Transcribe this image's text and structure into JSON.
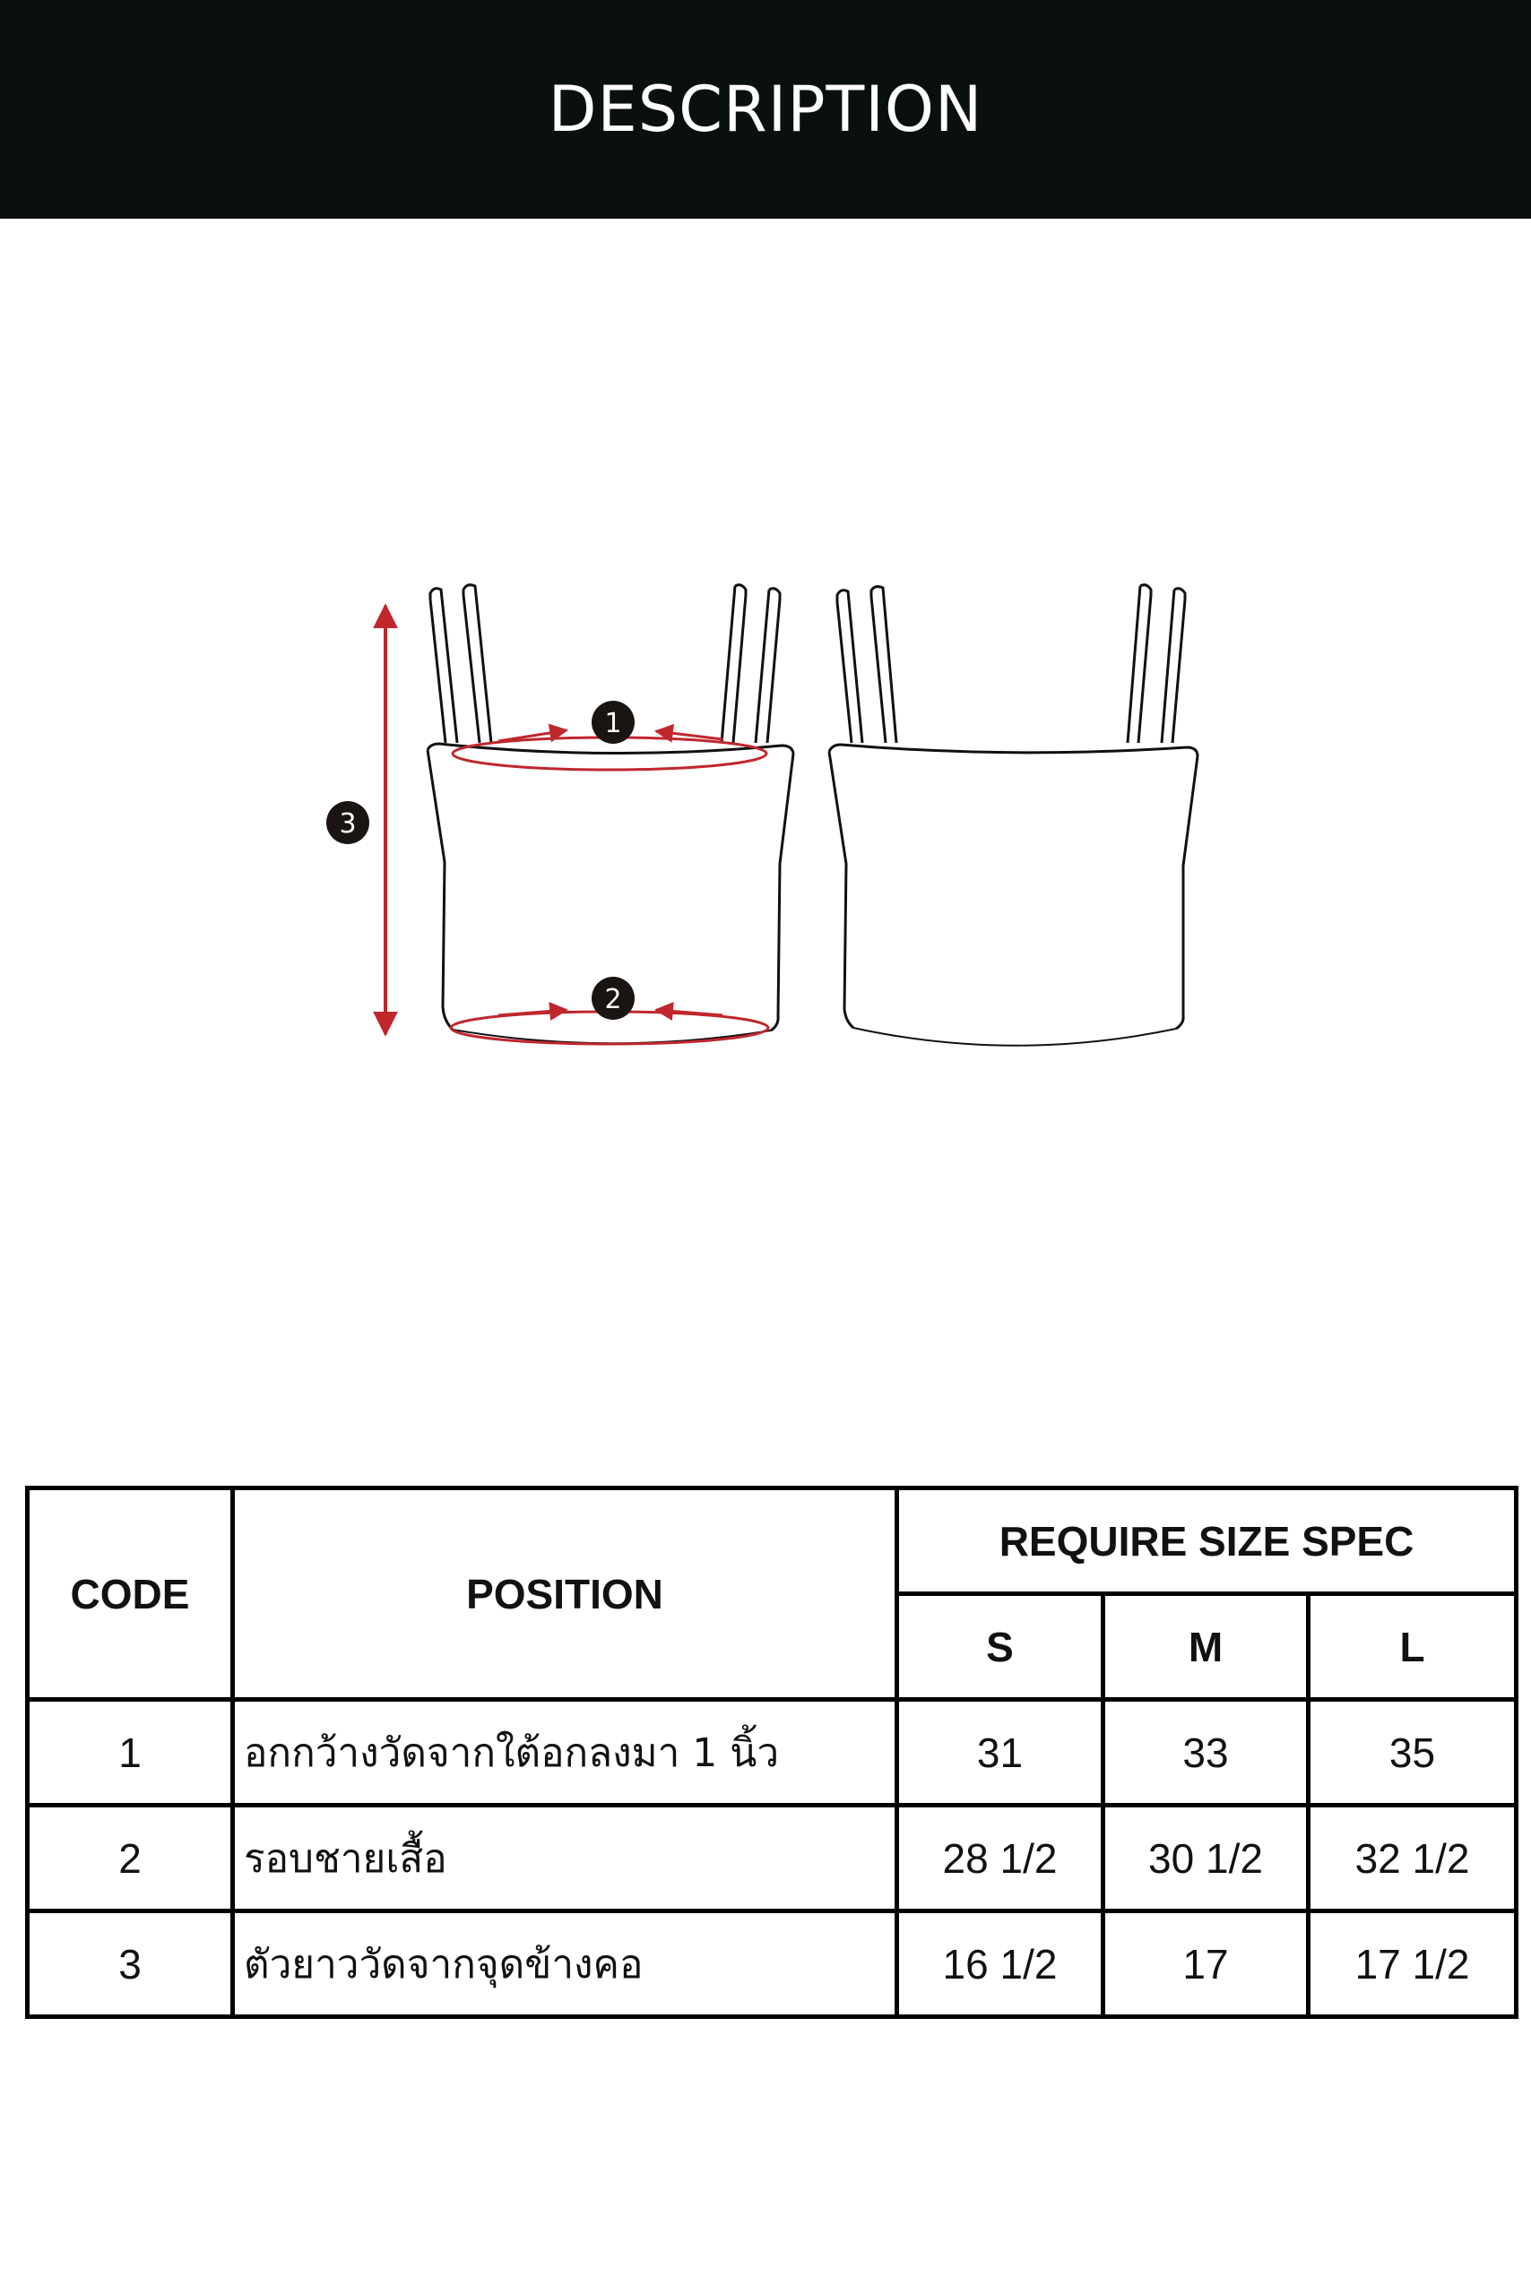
{
  "header": {
    "title": "DESCRIPTION"
  },
  "diagram": {
    "markers": [
      "1",
      "2",
      "3"
    ],
    "colors": {
      "measure": "#c0272d",
      "outline": "#111111",
      "marker_bg": "#1a1412"
    },
    "views": [
      "front",
      "back"
    ]
  },
  "table": {
    "headers": {
      "code": "CODE",
      "position": "POSITION",
      "spec": "REQUIRE SIZE SPEC",
      "sizes": [
        "S",
        "M",
        "L"
      ]
    },
    "rows": [
      {
        "code": "1",
        "position": "อกกว้างวัดจากใต้อกลงมา 1 นิ้ว",
        "values": [
          "31",
          "33",
          "35"
        ]
      },
      {
        "code": "2",
        "position": "รอบชายเสื้อ",
        "values": [
          "28 1/2",
          "30 1/2",
          "32 1/2"
        ]
      },
      {
        "code": "3",
        "position": "ตัวยาววัดจากจุดข้างคอ",
        "values": [
          "16 1/2",
          "17",
          "17 1/2"
        ]
      }
    ]
  }
}
